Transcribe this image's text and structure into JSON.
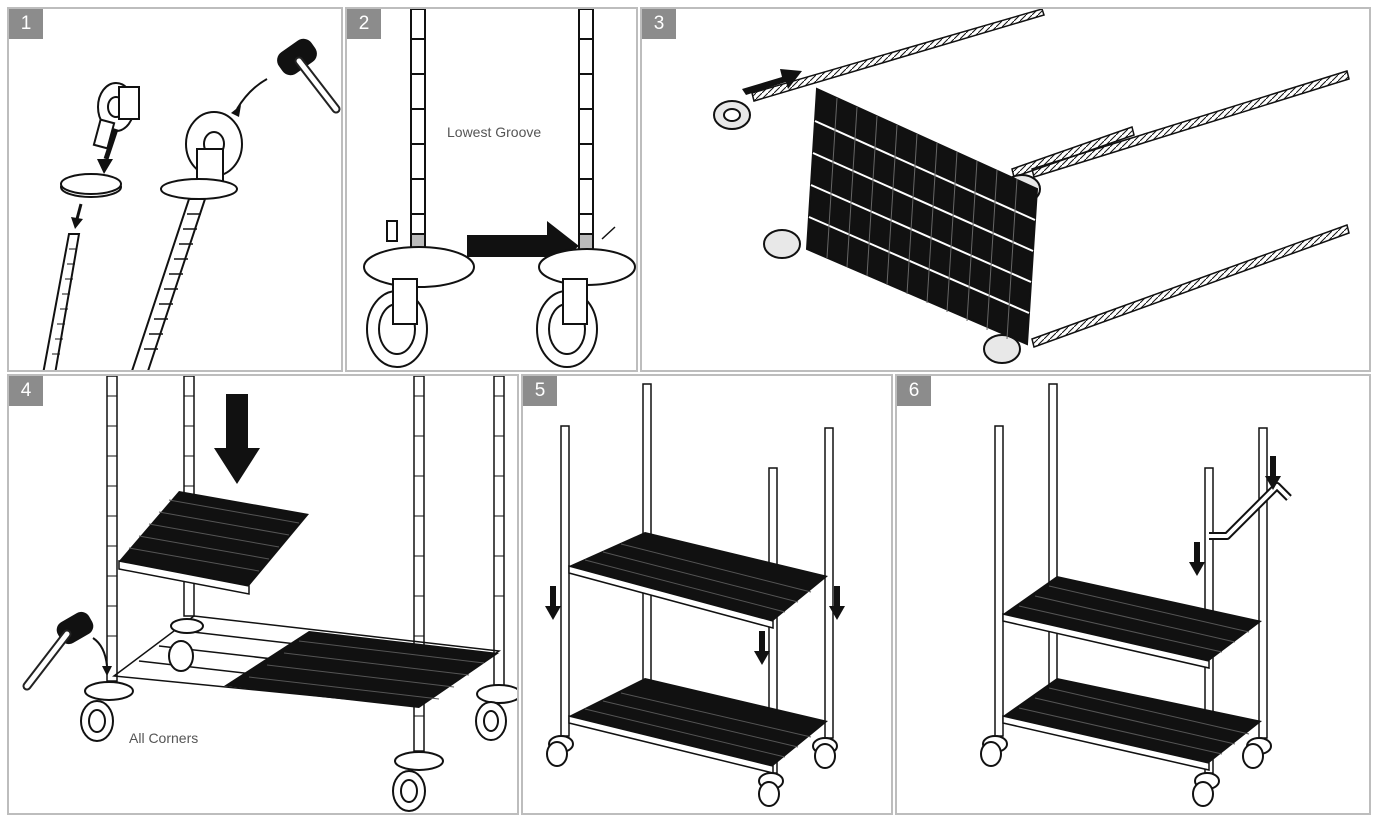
{
  "steps": [
    {
      "number": "1"
    },
    {
      "number": "2",
      "label": "Lowest Groove"
    },
    {
      "number": "3"
    },
    {
      "number": "4",
      "label": "All Corners"
    },
    {
      "number": "5"
    },
    {
      "number": "6"
    }
  ],
  "colors": {
    "border": "#bdbdbd",
    "badge": "#8c8c8c",
    "ink": "#1a1a1a",
    "caster": "#e8e8e8"
  },
  "icons": [
    "hammer-icon",
    "arrow-icon",
    "caster-icon",
    "post-icon",
    "shelf-icon"
  ]
}
